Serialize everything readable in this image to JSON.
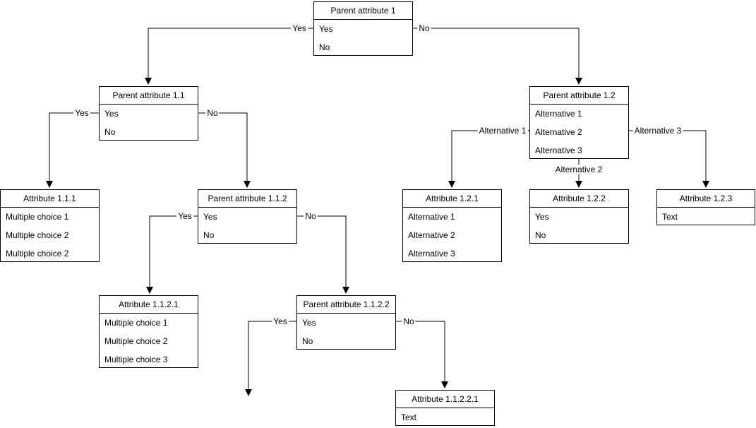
{
  "diagram": {
    "type": "decision-tree-flowchart",
    "colors": {
      "background": "#ffffff",
      "box_fill": "#ffffff",
      "box_border": "#000000",
      "line": "#000000",
      "text": "#000000"
    },
    "nodes": {
      "parent1": {
        "title": "Parent attribute 1",
        "rows": [
          "Yes",
          "No"
        ]
      },
      "parent11": {
        "title": "Parent attribute 1.1",
        "rows": [
          "Yes",
          "No"
        ]
      },
      "parent12": {
        "title": "Parent attribute 1.2",
        "rows": [
          "Alternative 1",
          "Alternative 2",
          "Alternative 3"
        ]
      },
      "attr111": {
        "title": "Attribute 1.1.1",
        "rows": [
          "Multiple choice 1",
          "Multiple choice 2",
          "Multiple choice 2"
        ]
      },
      "parent112": {
        "title": "Parent attribute 1.1.2",
        "rows": [
          "Yes",
          "No"
        ]
      },
      "attr121": {
        "title": "Attribute 1.2.1",
        "rows": [
          "Alternative 1",
          "Alternative 2",
          "Alternative 3"
        ]
      },
      "attr122": {
        "title": "Attribute 1.2.2",
        "rows": [
          "Yes",
          "No"
        ]
      },
      "attr123": {
        "title": "Attribute 1.2.3",
        "rows": [
          "Text"
        ]
      },
      "attr1121": {
        "title": "Attribute 1.1.2.1",
        "rows": [
          "Multiple choice 1",
          "Multiple choice 2",
          "Multiple choice 3"
        ]
      },
      "parent1122": {
        "title": "Parent attribute 1.1.2.2",
        "rows": [
          "Yes",
          "No"
        ]
      },
      "attr11221": {
        "title": "Attribute 1.1.2.2.1",
        "rows": [
          "Text"
        ]
      }
    },
    "edge_labels": {
      "parent1_yes": "Yes",
      "parent1_no": "No",
      "parent11_yes": "Yes",
      "parent11_no": "No",
      "parent12_alt1": "Alternative 1",
      "parent12_alt2": "Alternative 2",
      "parent12_alt3": "Alternative 3",
      "parent112_yes": "Yes",
      "parent112_no": "No",
      "parent1122_yes": "Yes",
      "parent1122_no": "No"
    }
  }
}
